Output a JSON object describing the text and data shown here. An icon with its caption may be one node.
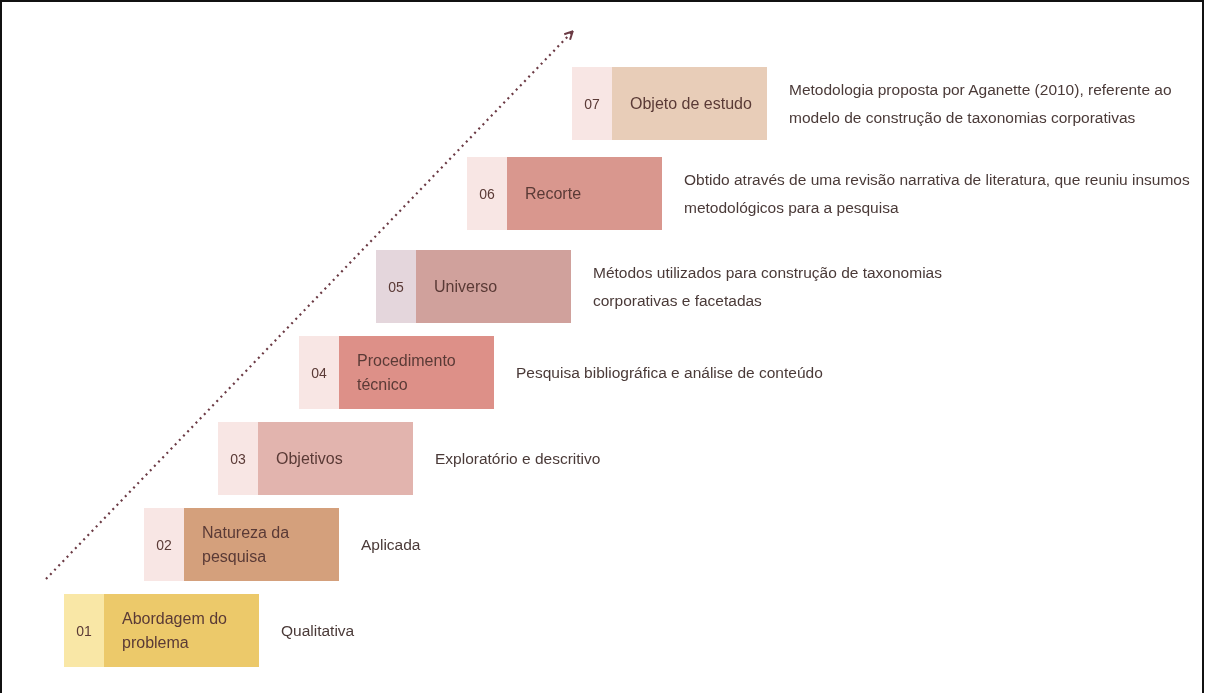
{
  "diagram": {
    "nodes": [
      {
        "text": [
          "01"
        ]
      },
      {
        "text": [
          "Abordagem do problema"
        ],
        "beside": [
          "Qualitativa"
        ]
      },
      {
        "text": [
          "02"
        ]
      },
      {
        "text": [
          "Natureza da pesquisa"
        ],
        "beside": [
          "Aplicada"
        ]
      },
      {
        "text": [
          "03"
        ]
      },
      {
        "text": [
          "Objetivos"
        ],
        "beside": [
          "Exploratório e descritivo"
        ]
      },
      {
        "text": [
          "04"
        ]
      },
      {
        "text": [
          "Procedimento técnico"
        ],
        "beside": [
          "Pesquisa bibliográfica e análise de conteúdo"
        ]
      },
      {
        "text": [
          "05"
        ]
      },
      {
        "text": [
          "Universo"
        ],
        "beside": [
          "Métodos utilizados para construção de taxonomias corporativas e facetadas"
        ]
      },
      {
        "text": [
          "06"
        ]
      },
      {
        "text": [
          "Recorte"
        ],
        "beside": [
          "Obtido através de uma revisão narrativa de literatura, que reuniu insumos metodológicos para a pesquisa"
        ]
      },
      {
        "text": [
          "07"
        ]
      },
      {
        "text": [
          "Objeto de estudo"
        ],
        "beside": [
          "Metodologia proposta por Aganette (2010), referente ao modelo de construção de taxonomias corporativas"
        ]
      }
    ],
    "edges": []
  }
}
